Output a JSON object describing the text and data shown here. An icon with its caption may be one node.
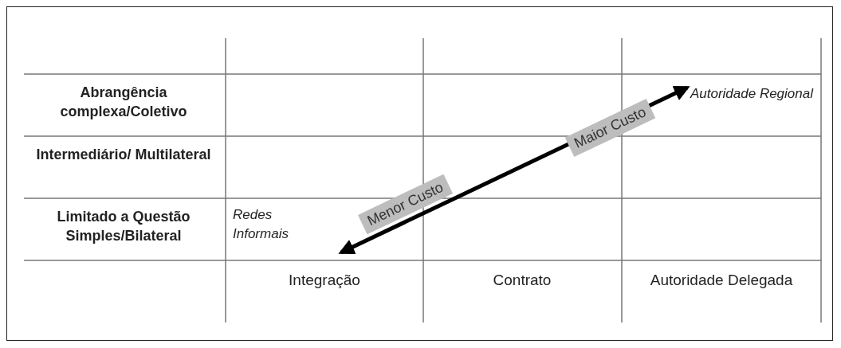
{
  "diagram": {
    "nodes": [
      {
        "text": [
          "Menor Custo"
        ]
      },
      {
        "text": [
          "Maior Custo"
        ]
      }
    ],
    "labels": [
      "Abrangência complexa/Coletivo",
      "Autoridade Regional",
      "Intermediário/ Multilateral",
      "Limitado a Questão Simples/Bilateral",
      "Redes Informais",
      "Integração",
      "Contrato",
      "Autoridade Delegada"
    ]
  }
}
